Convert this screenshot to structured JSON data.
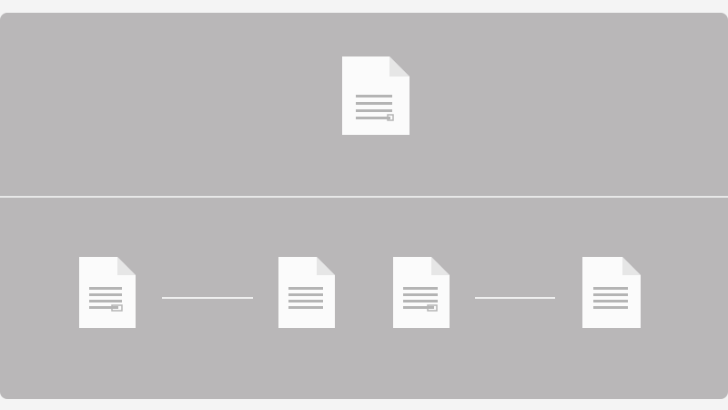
{
  "diagram": {
    "colors": {
      "background": "#f4f4f4",
      "panel": "#b9b7b8",
      "divider": "#e8e8e8",
      "document": "#fbfbfb",
      "document_fold": "#e6e6e6",
      "document_lines": "#b4b4b4",
      "connector": "#efefef"
    },
    "top_node": {
      "icon": "document-icon"
    },
    "bottom_nodes": [
      {
        "icon": "document-icon"
      },
      {
        "icon": "document-icon"
      },
      {
        "icon": "document-icon"
      },
      {
        "icon": "document-icon"
      }
    ],
    "connections": [
      {
        "from": 0,
        "to": 1
      },
      {
        "from": 2,
        "to": 3
      }
    ]
  }
}
